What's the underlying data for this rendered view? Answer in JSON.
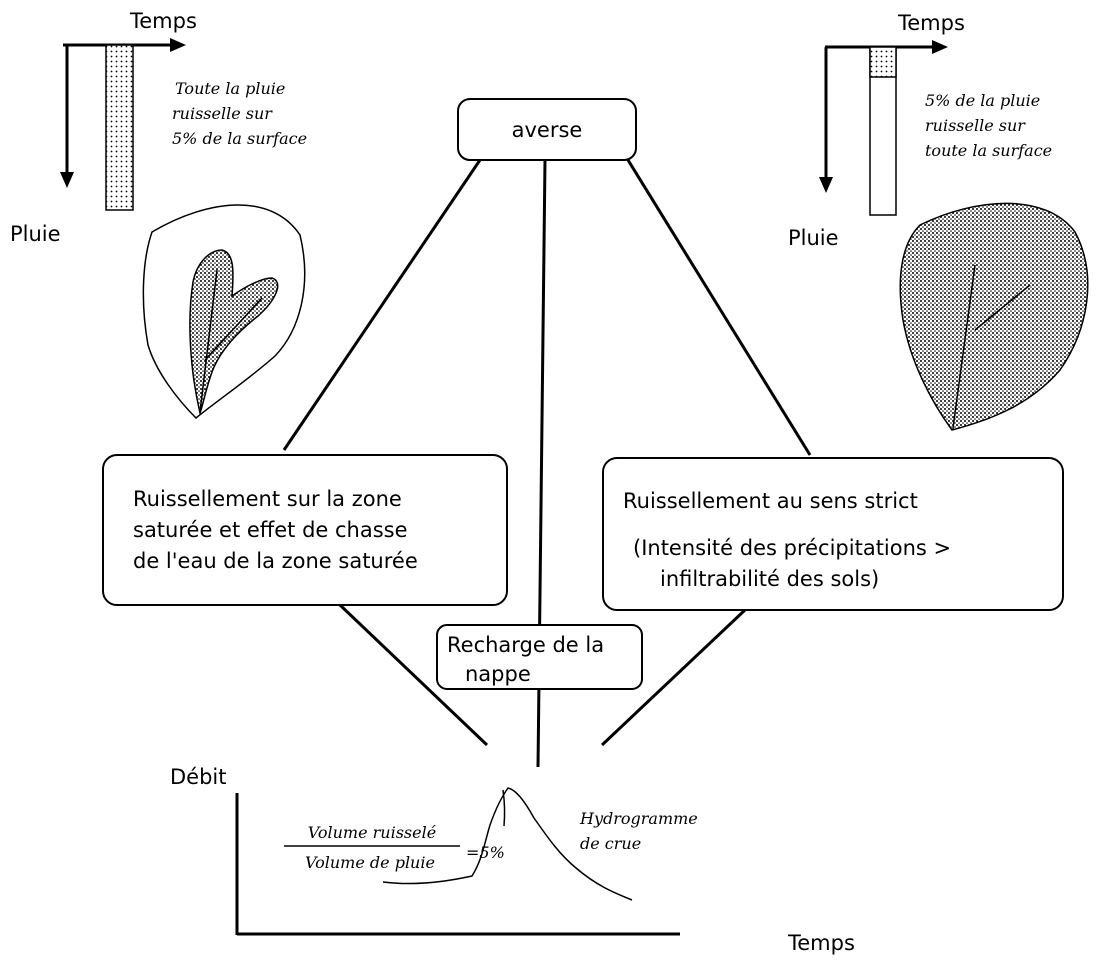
{
  "left_panel": {
    "time_axis_label": "Temps",
    "rain_axis_label": "Pluie",
    "note_lines": [
      "Toute la pluie",
      "ruisselle sur",
      "5% de la surface"
    ]
  },
  "right_panel": {
    "time_axis_label": "Temps",
    "rain_axis_label": "Pluie",
    "note_lines": [
      "5% de la pluie",
      "ruisselle sur",
      "toute la surface"
    ]
  },
  "center": {
    "top_box": "averse",
    "left_box_lines": [
      "Ruissellement sur la zone",
      "saturée et effet de chasse",
      "de l'eau de la zone saturée"
    ],
    "right_box_lines": [
      "Ruissellement au sens strict",
      "(Intensité des précipitations >",
      "infiltrabilité des sols)"
    ],
    "middle_box_lines": [
      "Recharge de la",
      "nappe"
    ]
  },
  "hydrograph": {
    "y_axis_label": "Débit",
    "x_axis_label": "Temps",
    "ratio_numerator": "Volume ruisselé",
    "ratio_denominator": "Volume de pluie",
    "ratio_value": "=5%",
    "curve_label_lines": [
      "Hydrogramme",
      "de crue"
    ]
  },
  "colors": {
    "ink": "#000000",
    "background": "#ffffff"
  }
}
